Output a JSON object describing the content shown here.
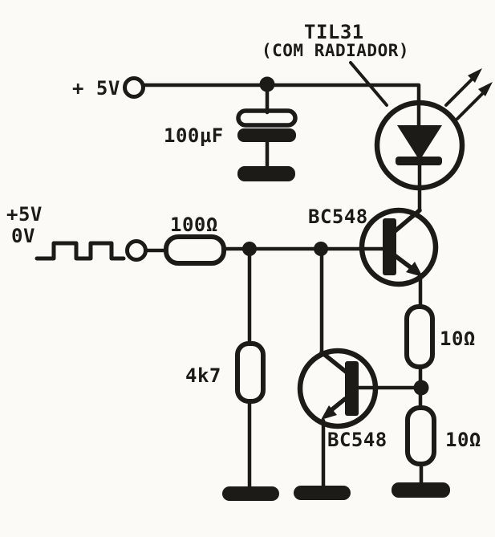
{
  "schematic": {
    "description": "Hand-drawn LED (TIL31) pulse driver schematic with two BC548 transistors",
    "colors": {
      "ink": "#1c1b18",
      "paper": "#fbfaf6"
    },
    "power": {
      "top_rail_label": "+ 5V"
    },
    "input": {
      "high_label": "+5V",
      "low_label": "0V"
    },
    "capacitor": {
      "value": "100µF"
    },
    "led": {
      "part": "TIL31",
      "note": "(COM RADIADOR)"
    },
    "resistors": {
      "input_series": "100Ω",
      "base_pulldown": "4k7",
      "emitter_upper": "10Ω",
      "emitter_lower": "10Ω"
    },
    "transistors": {
      "upper": "BC548",
      "lower": "BC548"
    }
  }
}
